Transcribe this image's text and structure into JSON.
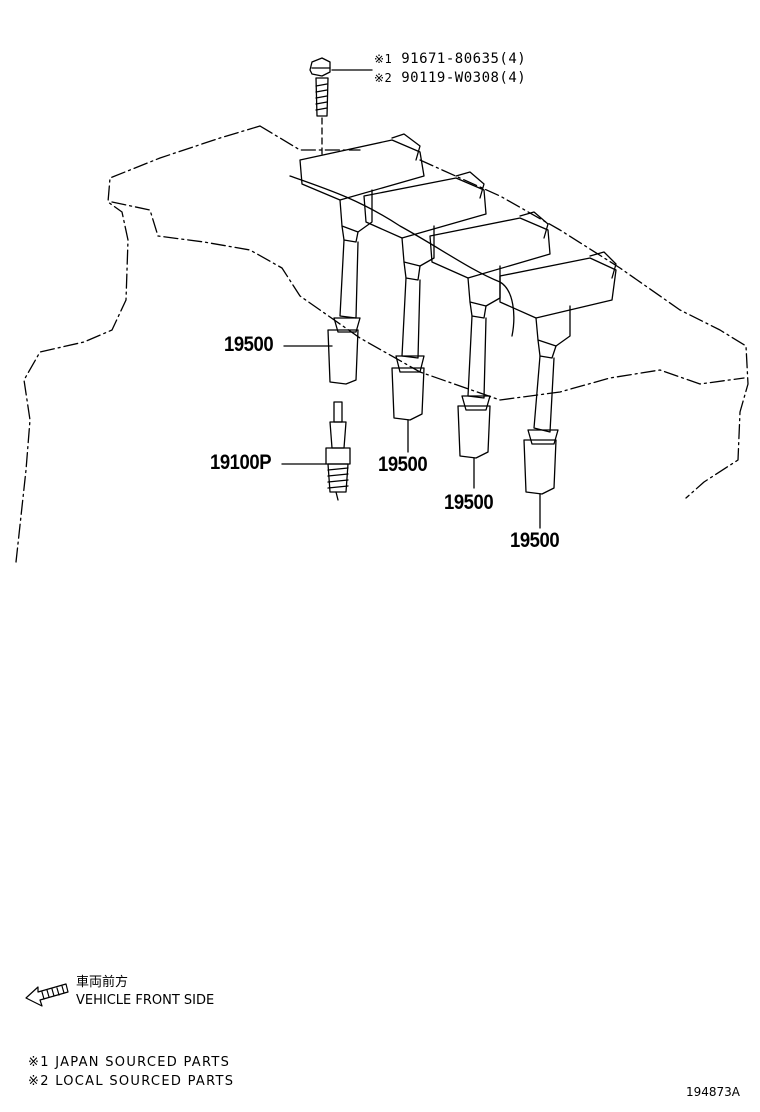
{
  "bolt_callout": {
    "line1": {
      "mark": "※1",
      "part": "91671-80635(4)"
    },
    "line2": {
      "mark": "※2",
      "part": "90119-W0308(4)"
    }
  },
  "part_labels": {
    "coil_1": "19500",
    "coil_2": "19500",
    "coil_3": "19500",
    "coil_4": "19500",
    "spark_plug": "19100P"
  },
  "direction": {
    "japanese": "車両前方",
    "english": "VEHICLE FRONT SIDE",
    "icon": "arrow-left-icon"
  },
  "footnotes": {
    "note1": "※1 JAPAN SOURCED PARTS",
    "note2": "※2 LOCAL SOURCED PARTS"
  },
  "figure_ref": "194873A"
}
